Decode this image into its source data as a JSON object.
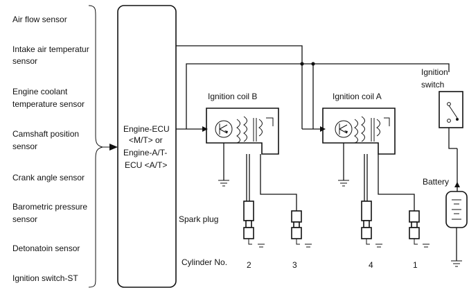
{
  "sensors": [
    [
      "Air flow sensor"
    ],
    [
      "Intake air temperatur",
      "sensor"
    ],
    [
      "Engine coolant",
      "temperature sensor"
    ],
    [
      "Camshaft position",
      "sensor"
    ],
    [
      "Crank angle sensor"
    ],
    [
      "Barometric pressure",
      "sensor"
    ],
    [
      "Detonatoin sensor"
    ],
    [
      "Ignition switch-ST"
    ]
  ],
  "ecu": {
    "lines": [
      "Engine-ECU",
      "<M/T> or",
      "Engine-A/T-",
      "ECU <A/T>"
    ]
  },
  "coil_b": "Ignition coil B",
  "coil_a": "Ignition coil A",
  "ignition_switch": [
    "Ignition",
    "switch"
  ],
  "battery": "Battery",
  "spark_plug": "Spark plug",
  "cylinder_label": "Cylinder No.",
  "cylinders": [
    "2",
    "3",
    "4",
    "1"
  ]
}
